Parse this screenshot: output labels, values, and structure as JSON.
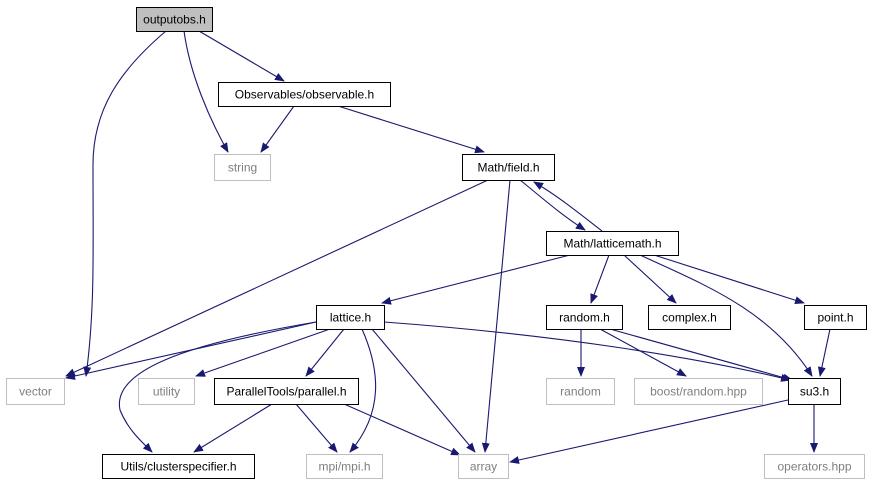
{
  "colors": {
    "edge": "#191970",
    "node_border": "#000000",
    "system_border": "#bfbfbf",
    "system_text": "#7f7f7f",
    "text": "#000000",
    "root_fill": "#bfbfbf",
    "node_fill": "#ffffff"
  },
  "nodes": [
    {
      "id": "outputobs",
      "label": "outputobs.h",
      "kind": "root"
    },
    {
      "id": "observable",
      "label": "Observables/observable.h",
      "kind": "file"
    },
    {
      "id": "string",
      "label": "string",
      "kind": "system"
    },
    {
      "id": "field",
      "label": "Math/field.h",
      "kind": "file"
    },
    {
      "id": "latticemath",
      "label": "Math/latticemath.h",
      "kind": "file"
    },
    {
      "id": "lattice",
      "label": "lattice.h",
      "kind": "file"
    },
    {
      "id": "random_h",
      "label": "random.h",
      "kind": "file"
    },
    {
      "id": "complex",
      "label": "complex.h",
      "kind": "file"
    },
    {
      "id": "point",
      "label": "point.h",
      "kind": "file"
    },
    {
      "id": "vector",
      "label": "vector",
      "kind": "system"
    },
    {
      "id": "utility",
      "label": "utility",
      "kind": "system"
    },
    {
      "id": "parallel",
      "label": "ParallelTools/parallel.h",
      "kind": "file"
    },
    {
      "id": "random",
      "label": "random",
      "kind": "system"
    },
    {
      "id": "boostrandom",
      "label": "boost/random.hpp",
      "kind": "system"
    },
    {
      "id": "su3",
      "label": "su3.h",
      "kind": "file"
    },
    {
      "id": "cluster",
      "label": "Utils/clusterspecifier.h",
      "kind": "file"
    },
    {
      "id": "mpi",
      "label": "mpi/mpi.h",
      "kind": "system"
    },
    {
      "id": "array",
      "label": "array",
      "kind": "system"
    },
    {
      "id": "operators",
      "label": "operators.hpp",
      "kind": "system"
    }
  ],
  "edges": [
    {
      "from": "outputobs",
      "to": "observable"
    },
    {
      "from": "outputobs",
      "to": "string"
    },
    {
      "from": "outputobs",
      "to": "vector"
    },
    {
      "from": "observable",
      "to": "string"
    },
    {
      "from": "observable",
      "to": "field"
    },
    {
      "from": "field",
      "to": "vector"
    },
    {
      "from": "field",
      "to": "latticemath"
    },
    {
      "from": "field",
      "to": "array"
    },
    {
      "from": "latticemath",
      "to": "field"
    },
    {
      "from": "latticemath",
      "to": "lattice"
    },
    {
      "from": "latticemath",
      "to": "random_h"
    },
    {
      "from": "latticemath",
      "to": "complex"
    },
    {
      "from": "latticemath",
      "to": "point"
    },
    {
      "from": "latticemath",
      "to": "su3"
    },
    {
      "from": "lattice",
      "to": "vector"
    },
    {
      "from": "lattice",
      "to": "utility"
    },
    {
      "from": "lattice",
      "to": "parallel"
    },
    {
      "from": "lattice",
      "to": "cluster"
    },
    {
      "from": "lattice",
      "to": "mpi"
    },
    {
      "from": "lattice",
      "to": "array"
    },
    {
      "from": "lattice",
      "to": "su3"
    },
    {
      "from": "random_h",
      "to": "random"
    },
    {
      "from": "random_h",
      "to": "boostrandom"
    },
    {
      "from": "random_h",
      "to": "su3"
    },
    {
      "from": "point",
      "to": "su3"
    },
    {
      "from": "parallel",
      "to": "cluster"
    },
    {
      "from": "parallel",
      "to": "mpi"
    },
    {
      "from": "parallel",
      "to": "array"
    },
    {
      "from": "su3",
      "to": "array"
    },
    {
      "from": "su3",
      "to": "operators"
    }
  ]
}
